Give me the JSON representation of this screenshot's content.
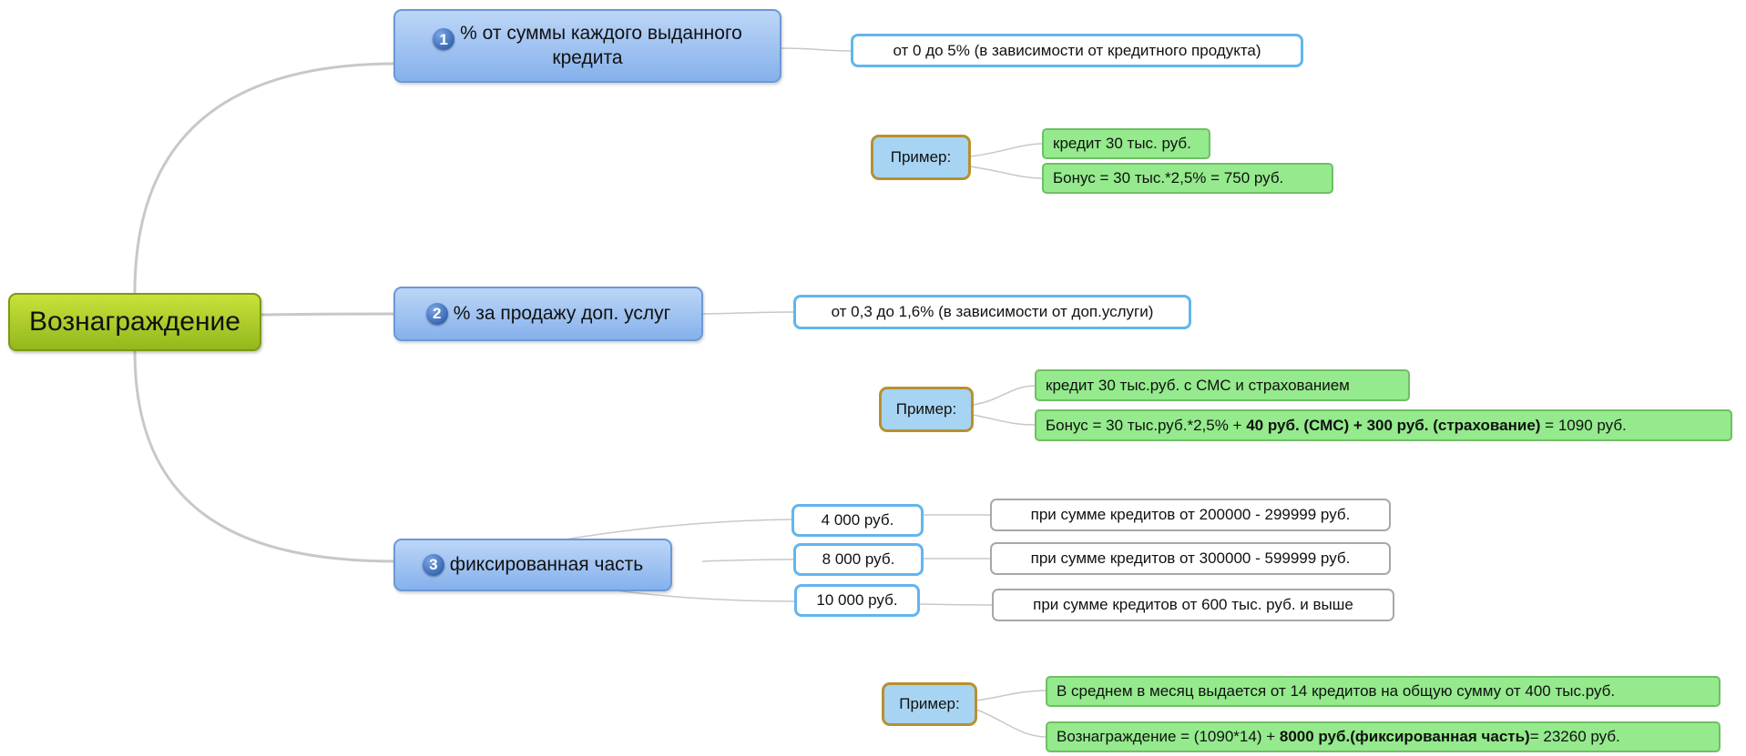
{
  "root": {
    "label": "Вознаграждение"
  },
  "branches": [
    {
      "num": "1",
      "label_line1": "% от суммы каждого выданного",
      "label_line2": "кредита"
    },
    {
      "num": "2",
      "label": "% за продажу доп. услуг"
    },
    {
      "num": "3",
      "label": "фиксированная часть"
    }
  ],
  "b1": {
    "info": "от 0 до 5% (в зависимости от кредитного продукта)",
    "example": {
      "label": "Пример:",
      "item1": "кредит 30 тыс. руб.",
      "item2": "Бонус = 30 тыс.*2,5% = 750 руб."
    }
  },
  "b2": {
    "info": "от 0,3 до 1,6% (в зависимости от доп.услуги)",
    "example": {
      "label": "Пример:",
      "item1": "кредит 30 тыс.руб. с СМС и страхованием",
      "item2_pre": "Бонус = 30 тыс.руб.*2,5% + ",
      "item2_bold": "40 руб. (СМС) + 300 руб. (страхование)",
      "item2_post": " = 1090 руб."
    }
  },
  "b3": {
    "tiers": [
      {
        "amount": "4 000 руб.",
        "condition": "при сумме кредитов от 200000 - 299999 руб."
      },
      {
        "amount": "8 000 руб.",
        "condition": "при сумме кредитов от 300000 - 599999 руб."
      },
      {
        "amount": "10 000 руб.",
        "condition": "при сумме кредитов от 600 тыс. руб. и выше"
      }
    ],
    "example": {
      "label": "Пример:",
      "item1": "В среднем в месяц выдается от 14 кредитов на общую сумму от 400 тыс.руб.",
      "item2_pre": "Вознаграждение = (1090*14) + ",
      "item2_bold": "8000 руб.(фиксированная часть)",
      "item2_post": "= 23260 руб."
    }
  }
}
